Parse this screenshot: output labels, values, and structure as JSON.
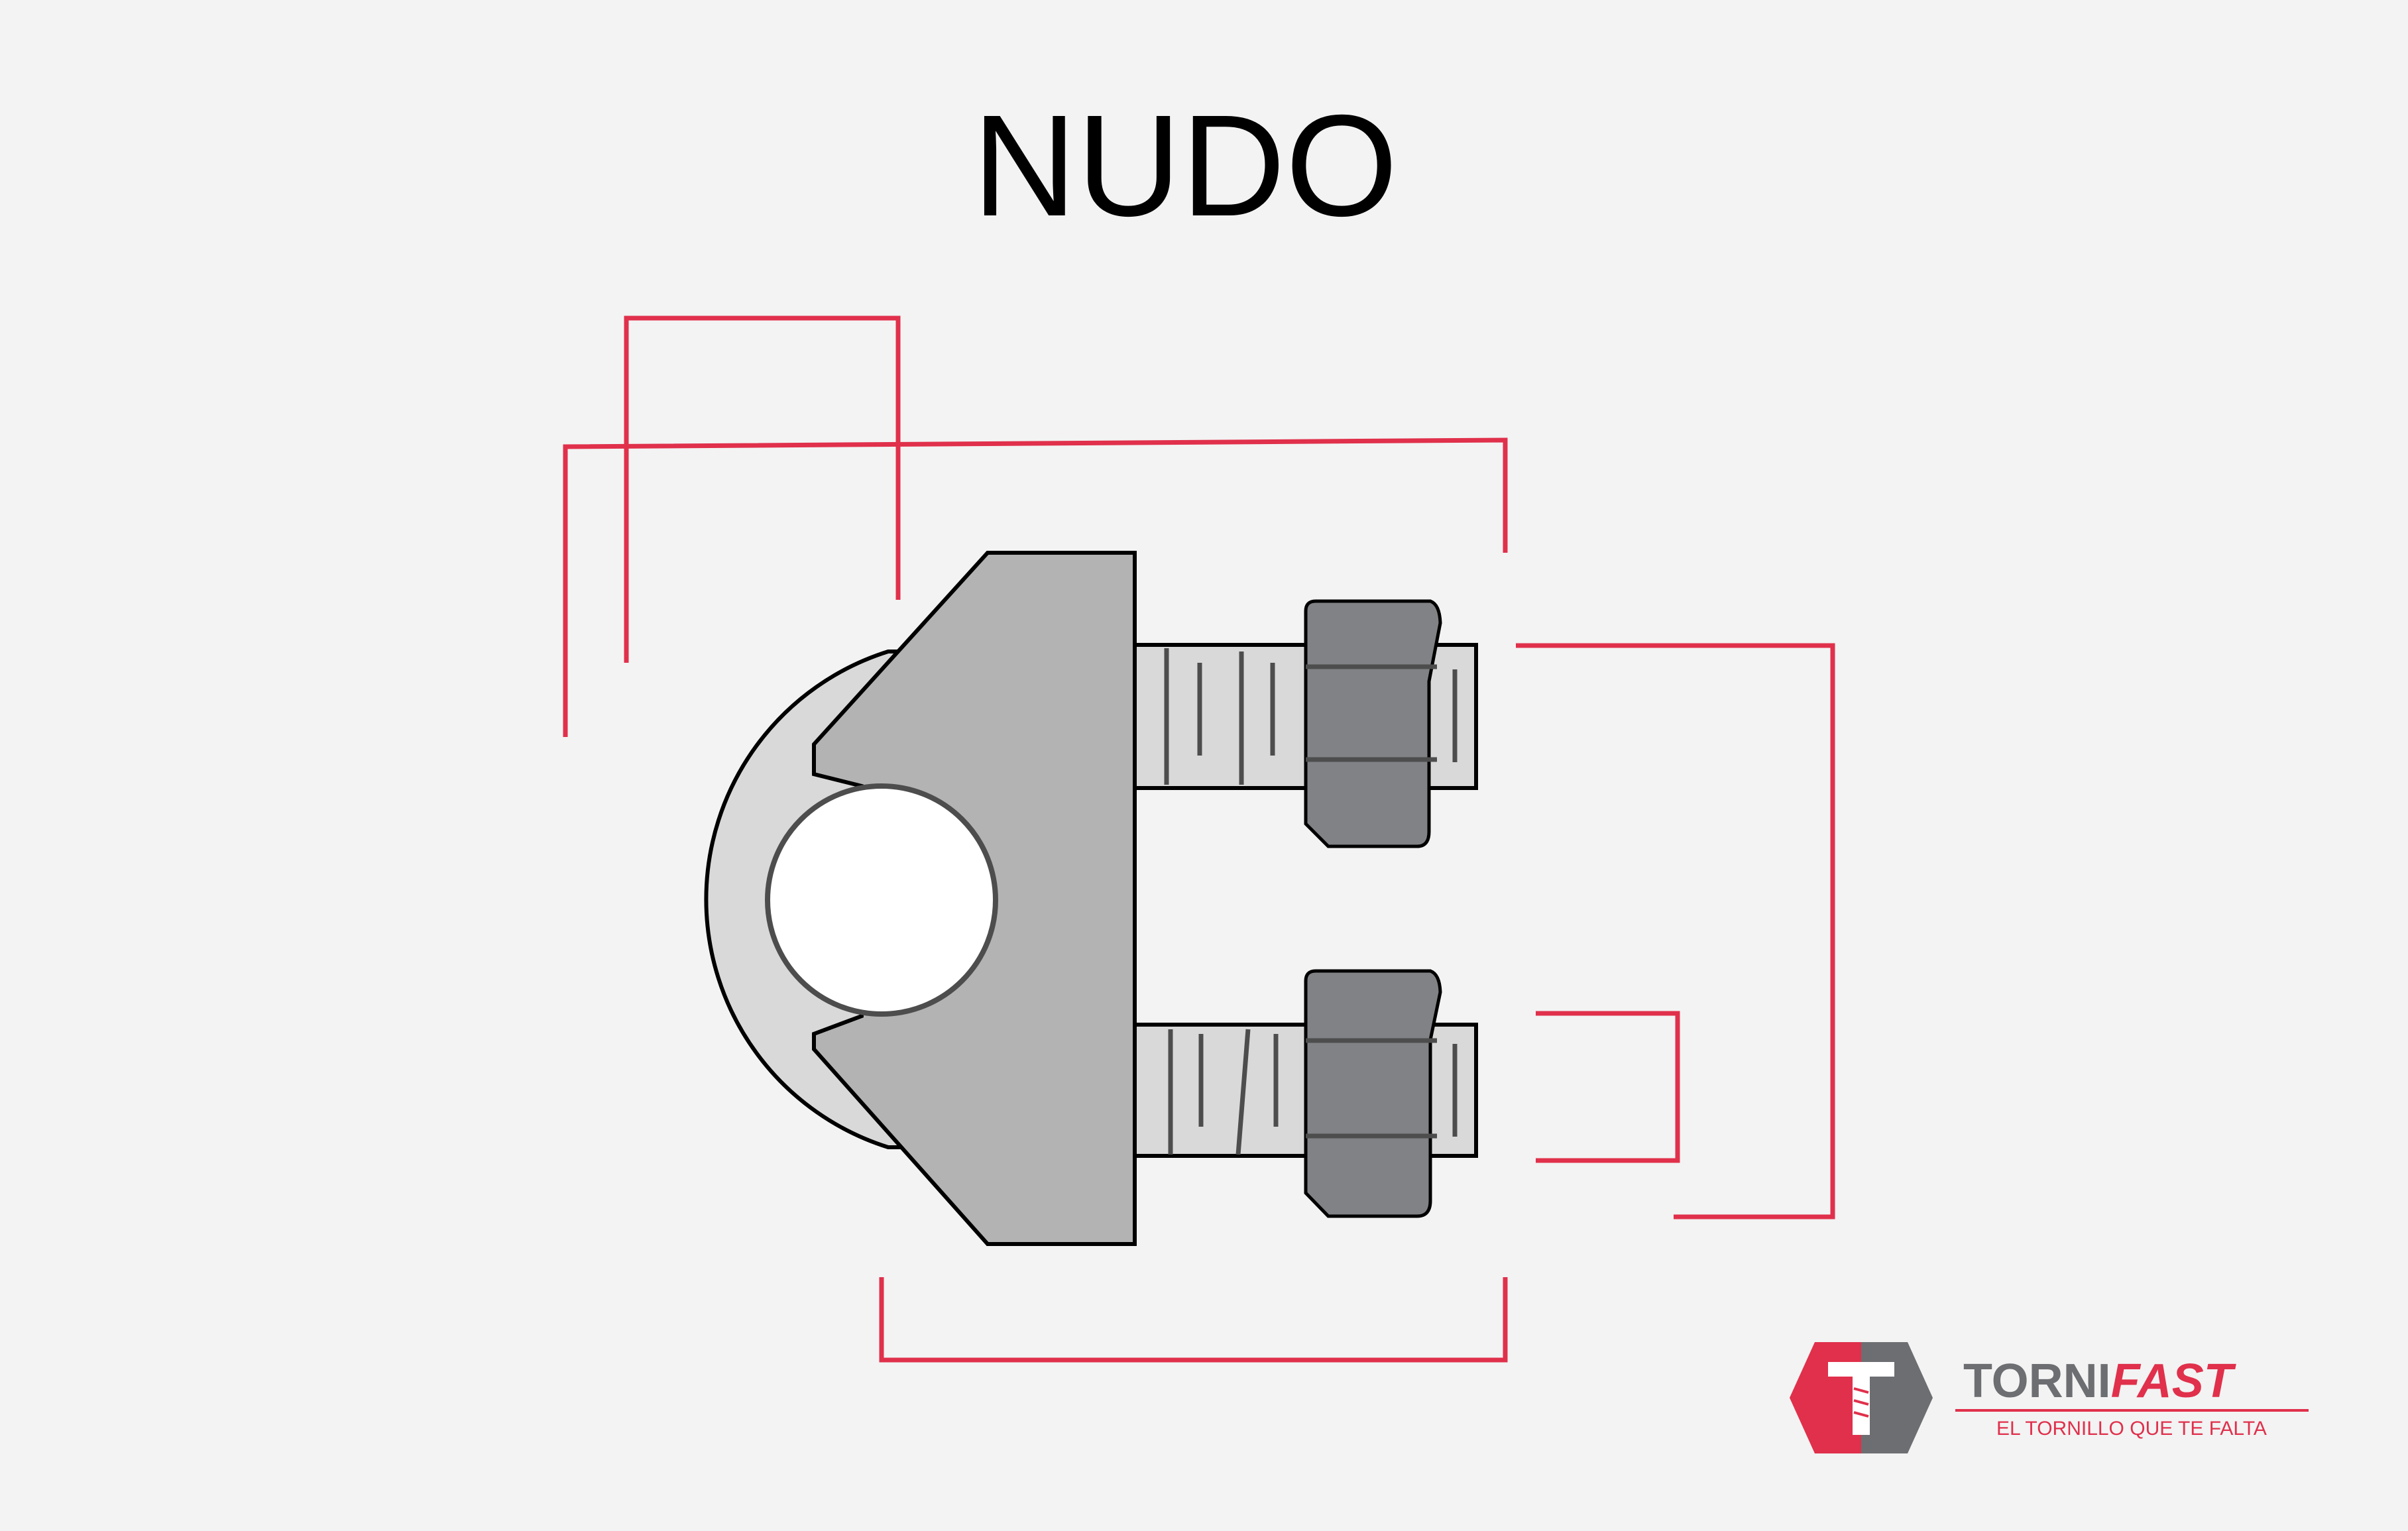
{
  "title": "NUDO",
  "brand": {
    "name_part1": "TORNI",
    "name_part2": "FAST",
    "tagline": "EL TORNILLO QUE TE FALTA",
    "logo_letter": "T"
  },
  "colors": {
    "background": "#f3f3f3",
    "callout": "#e0304b",
    "saddle": "#b3b3b3",
    "bolt": "#d9d9d9",
    "nut": "#808285",
    "brand_gray": "#6d6e71",
    "brand_red": "#e0304b"
  }
}
